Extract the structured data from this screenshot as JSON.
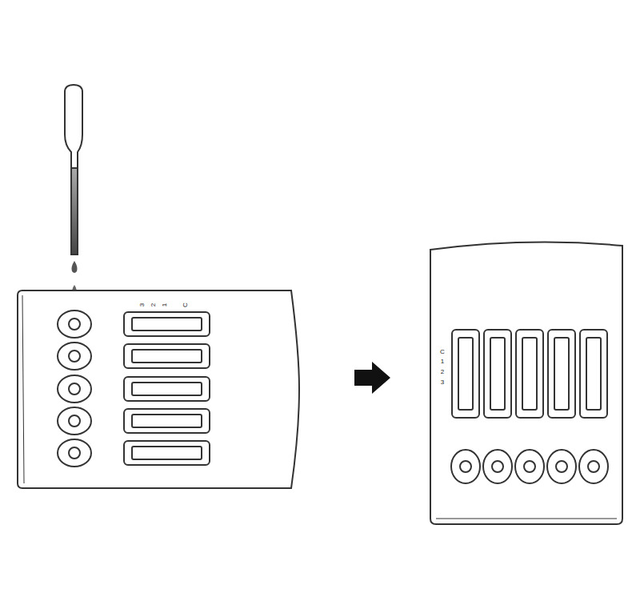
{
  "diagram": {
    "labels": [
      "3",
      "2",
      "1",
      "C",
      "C",
      "1",
      "2",
      "3"
    ]
  }
}
